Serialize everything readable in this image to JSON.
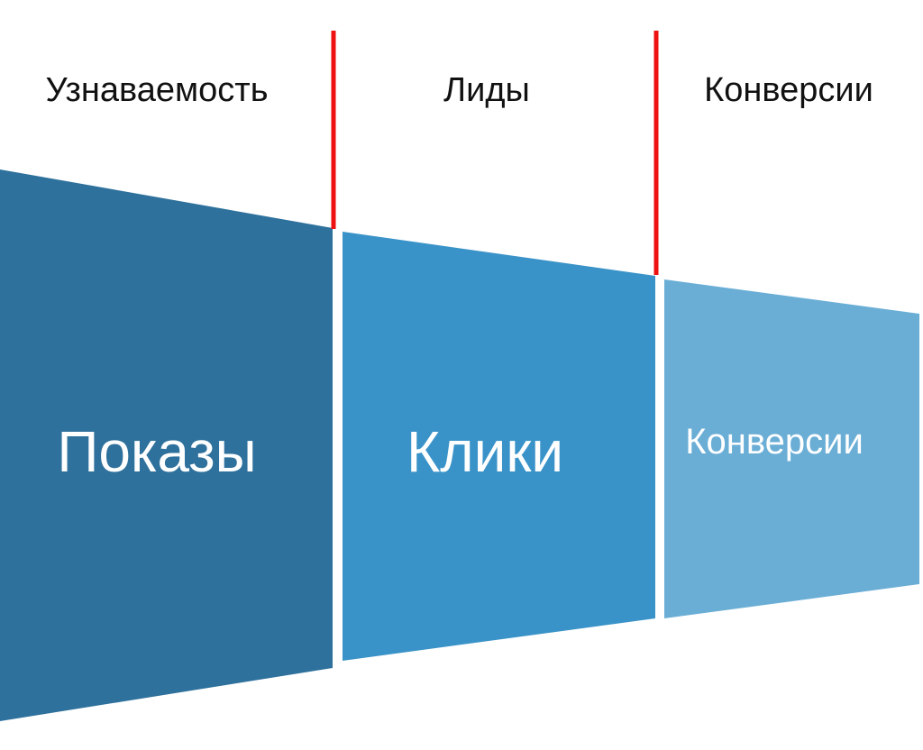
{
  "stages": [
    {
      "id": "awareness",
      "header": "Узнаваемость",
      "segment_label": "Показы"
    },
    {
      "id": "leads",
      "header": "Лиды",
      "segment_label": "Клики"
    },
    {
      "id": "conversions",
      "header": "Конверсии",
      "segment_label": "Конверсии"
    }
  ],
  "colors": {
    "segment_1": "#2e719c",
    "segment_2": "#3a93c8",
    "segment_3": "#6aaed6",
    "divider": "#ee1111",
    "text_dark": "#111111",
    "text_light": "#ffffff"
  }
}
